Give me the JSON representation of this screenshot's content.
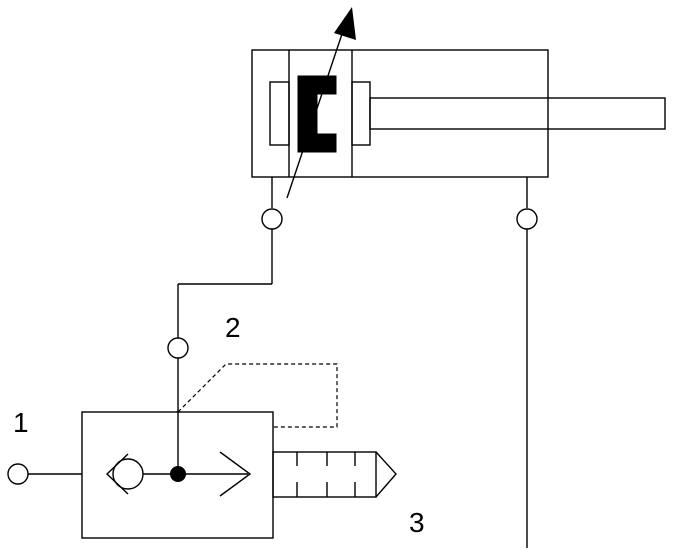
{
  "diagram": {
    "labels": {
      "port_1": "1",
      "port_2": "2",
      "port_3": "3"
    },
    "colors": {
      "line": "#000000",
      "background": "#ffffff"
    },
    "components": [
      "double-acting-cylinder-with-adjustable-cushion",
      "quick-exhaust-valve",
      "silencer",
      "connection-port-circle",
      "check-valve"
    ]
  }
}
